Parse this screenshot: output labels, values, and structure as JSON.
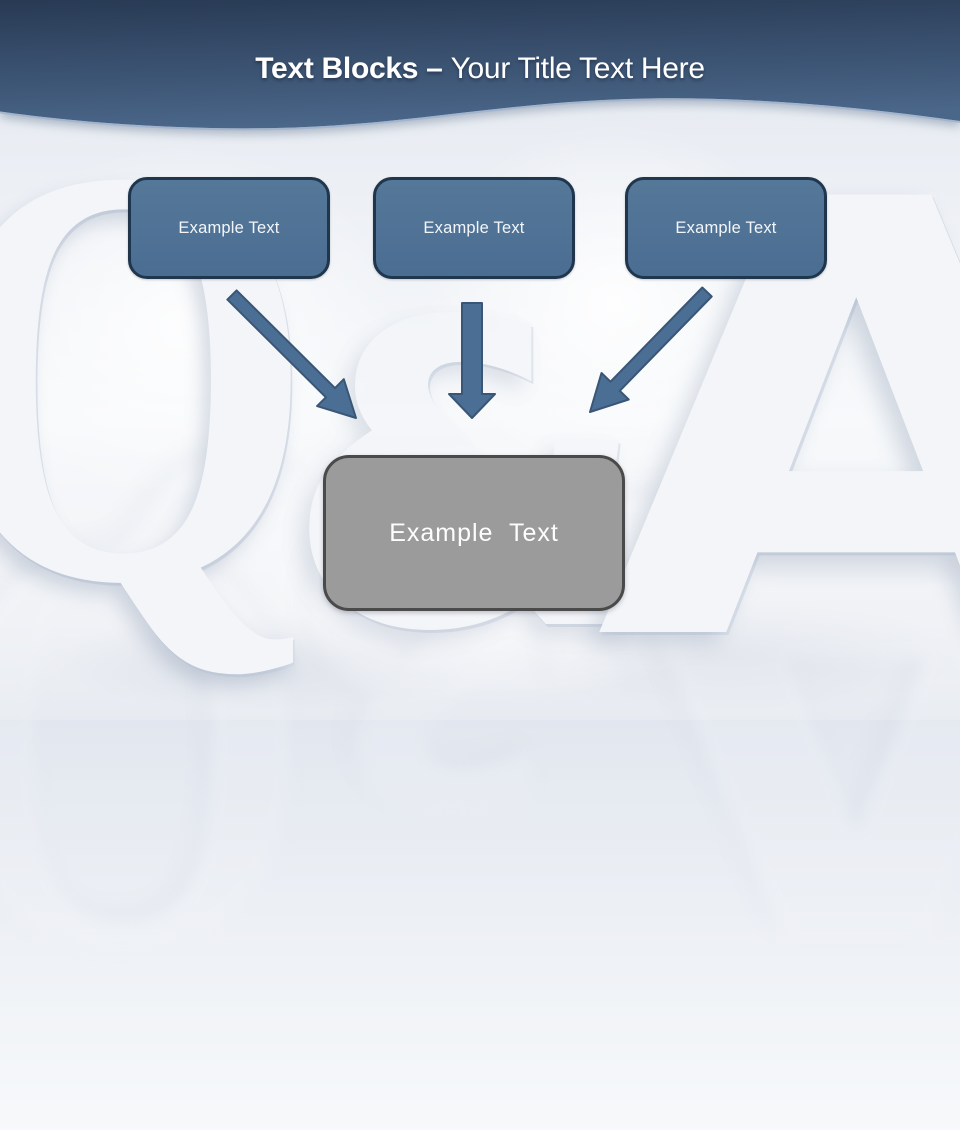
{
  "slide": {
    "title": {
      "highlight": "Text Blocks",
      "separator": " – ",
      "rest": "Your Title Text Here"
    },
    "background_word": {
      "q": "Q",
      "ampersand": "&",
      "a": "A"
    },
    "text_blocks": [
      {
        "label": "Example Text"
      },
      {
        "label": "Example Text"
      },
      {
        "label": "Example Text"
      }
    ],
    "result_block": {
      "label": "Example Text"
    }
  },
  "colors": {
    "header_top": "#283a54",
    "header_bottom": "#4a6689",
    "header_rim": "#9db2cd",
    "title_text": "#ffffff",
    "block_fill_top": "#557899",
    "block_fill_bottom": "#4a6d92",
    "block_border": "#20364d",
    "block_text": "#f2f6fa",
    "arrow_fill": "#4b6e94",
    "arrow_border": "#3a5677",
    "result_fill": "#9b9b9b",
    "result_border": "#4a4a4a",
    "result_text": "#fdfdfd",
    "canvas_top": "#e2e7ef",
    "canvas_bottom": "#e7ebf1",
    "letter_color": "#f3f5f9"
  }
}
